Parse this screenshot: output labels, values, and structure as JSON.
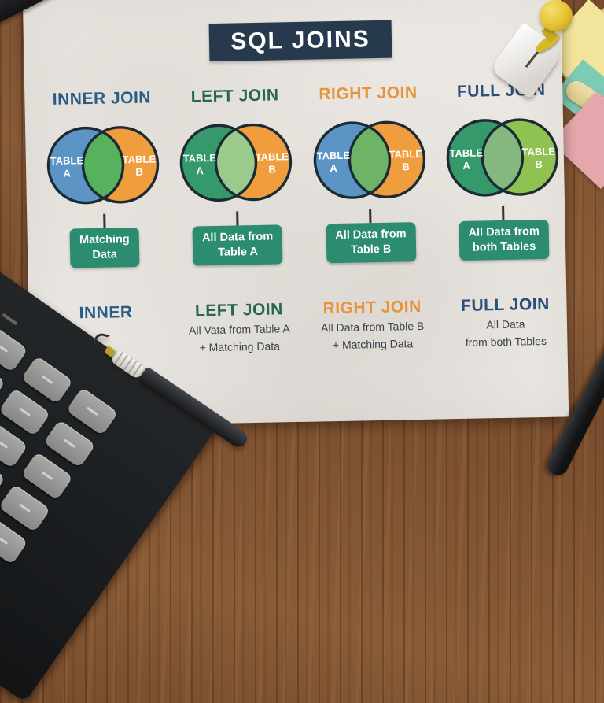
{
  "title": "SQL JOINS",
  "colors": {
    "paper": "#eae6e1",
    "wood": "#7b5136",
    "title_bg": "#26394d",
    "title_text": "#ffffff",
    "box_bg": "#2b8c6f",
    "box_text": "#ffffff",
    "outline": "#1c2b33",
    "connector": "#2f3438",
    "legend_text": "#3a434e"
  },
  "columns": [
    {
      "header": "INNER JOIN",
      "header_color": "#2a5d85",
      "venn": {
        "left_fill": "#5b94c5",
        "right_fill": "#f09d3d",
        "overlap_fill": "#57b25e",
        "left_label_lines": [
          "TABLE",
          "A"
        ],
        "right_label_lines": [
          "TABLE",
          "B"
        ]
      },
      "box_lines": [
        "Matching",
        "Data"
      ]
    },
    {
      "header": "LEFT JOIN",
      "header_color": "#27674c",
      "venn": {
        "left_fill": "#35996c",
        "right_fill": "#f09d3d",
        "overlap_fill": "#9bca8d",
        "left_label_lines": [
          "TABLE",
          "A"
        ],
        "right_label_lines": [
          "TABLE",
          "B"
        ]
      },
      "box_lines": [
        "All Data from",
        "Table A"
      ]
    },
    {
      "header": "RIGHT JOIN",
      "header_color": "#e6933c",
      "venn": {
        "left_fill": "#5b94c5",
        "right_fill": "#f09d3d",
        "overlap_fill": "#6db467",
        "left_label_lines": [
          "TABLE",
          "A"
        ],
        "right_label_lines": [
          "TABLE",
          "B"
        ]
      },
      "box_lines": [
        "All Data from",
        "Table B"
      ]
    },
    {
      "header": "FULL JOIN",
      "header_color": "#2a4f79",
      "venn": {
        "left_fill": "#35996c",
        "right_fill": "#8fc253",
        "overlap_fill": "#84b87e",
        "left_label_lines": [
          "TABLE",
          "A"
        ],
        "right_label_lines": [
          "TABLE",
          "B"
        ]
      },
      "box_lines": [
        "All Data from",
        "both Tables"
      ]
    }
  ],
  "legend": [
    {
      "title": "INNER",
      "title_color": "#2a5d85",
      "lines": []
    },
    {
      "title": "LEFT JOIN",
      "title_color": "#27674c",
      "lines": [
        "All Vata from Table A",
        "+ Matching Data"
      ]
    },
    {
      "title": "RIGHT JOIN",
      "title_color": "#e6933c",
      "lines": [
        "All Data from Table B",
        "+ Matching Data"
      ]
    },
    {
      "title": "FULL JOIN",
      "title_color": "#2a4f79",
      "lines": [
        "All Data",
        "from both Tables"
      ]
    }
  ],
  "decorations": {
    "pushpin": "yellow-pushpin",
    "sticky_notes": [
      "yellow",
      "yellow",
      "teal",
      "cream-roll",
      "pink"
    ],
    "calculator": "black-calculator",
    "pen_left": "black-pen",
    "pen_bottom_right": "black-pen",
    "top_left_object": "black-marker"
  }
}
